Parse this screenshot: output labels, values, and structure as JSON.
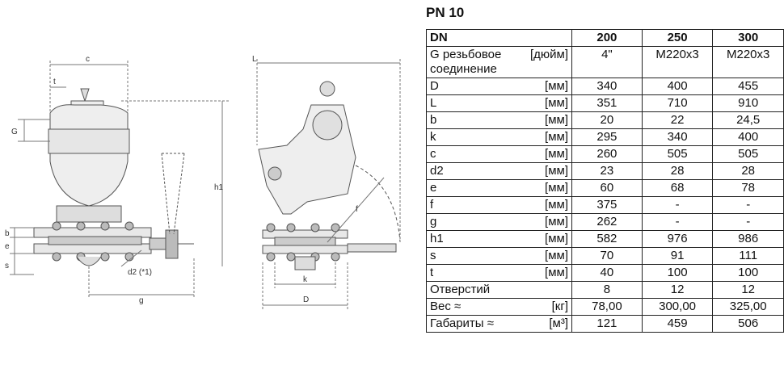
{
  "title": "PN 10",
  "table": {
    "header": {
      "label": "DN",
      "cols": [
        "200",
        "250",
        "300"
      ]
    },
    "rows": [
      {
        "name": "G резьбовое соединение",
        "name1": "G резьбовое",
        "name2": "соединение",
        "unit": "[дюйм]",
        "values": [
          "4\"",
          "M220x3",
          "M220x3"
        ]
      },
      {
        "name": "D",
        "unit": "[мм]",
        "values": [
          "340",
          "400",
          "455"
        ]
      },
      {
        "name": "L",
        "unit": "[мм]",
        "values": [
          "351",
          "710",
          "910"
        ]
      },
      {
        "name": "b",
        "unit": "[мм]",
        "values": [
          "20",
          "22",
          "24,5"
        ]
      },
      {
        "name": "k",
        "unit": "[мм]",
        "values": [
          "295",
          "340",
          "400"
        ]
      },
      {
        "name": "c",
        "unit": "[мм]",
        "values": [
          "260",
          "505",
          "505"
        ]
      },
      {
        "name": "d2",
        "unit": "[мм]",
        "values": [
          "23",
          "28",
          "28"
        ]
      },
      {
        "name": "e",
        "unit": "[мм]",
        "values": [
          "60",
          "68",
          "78"
        ]
      },
      {
        "name": "f",
        "unit": "[мм]",
        "values": [
          "375",
          "-",
          "-"
        ]
      },
      {
        "name": "g",
        "unit": "[мм]",
        "values": [
          "262",
          "-",
          "-"
        ]
      },
      {
        "name": "h1",
        "unit": "[мм]",
        "values": [
          "582",
          "976",
          "986"
        ]
      },
      {
        "name": "s",
        "unit": "[мм]",
        "values": [
          "70",
          "91",
          "111"
        ]
      },
      {
        "name": "t",
        "unit": "[мм]",
        "values": [
          "40",
          "100",
          "100"
        ]
      },
      {
        "name": "Отверстий",
        "unit": "",
        "values": [
          "8",
          "12",
          "12"
        ]
      },
      {
        "name": "Вес ≈",
        "unit": "[кг]",
        "values": [
          "78,00",
          "300,00",
          "325,00"
        ]
      },
      {
        "name": "Габариты ≈",
        "unit": "[м³]",
        "values": [
          "121",
          "459",
          "506"
        ]
      }
    ]
  },
  "drawing_labels": {
    "c": "c",
    "t": "t",
    "G": "G",
    "h1": "h1",
    "b": "b",
    "e": "e",
    "s": "s",
    "d2": "d2 (*1)",
    "g": "g",
    "L": "L",
    "f": "f",
    "k": "k",
    "D": "D"
  }
}
